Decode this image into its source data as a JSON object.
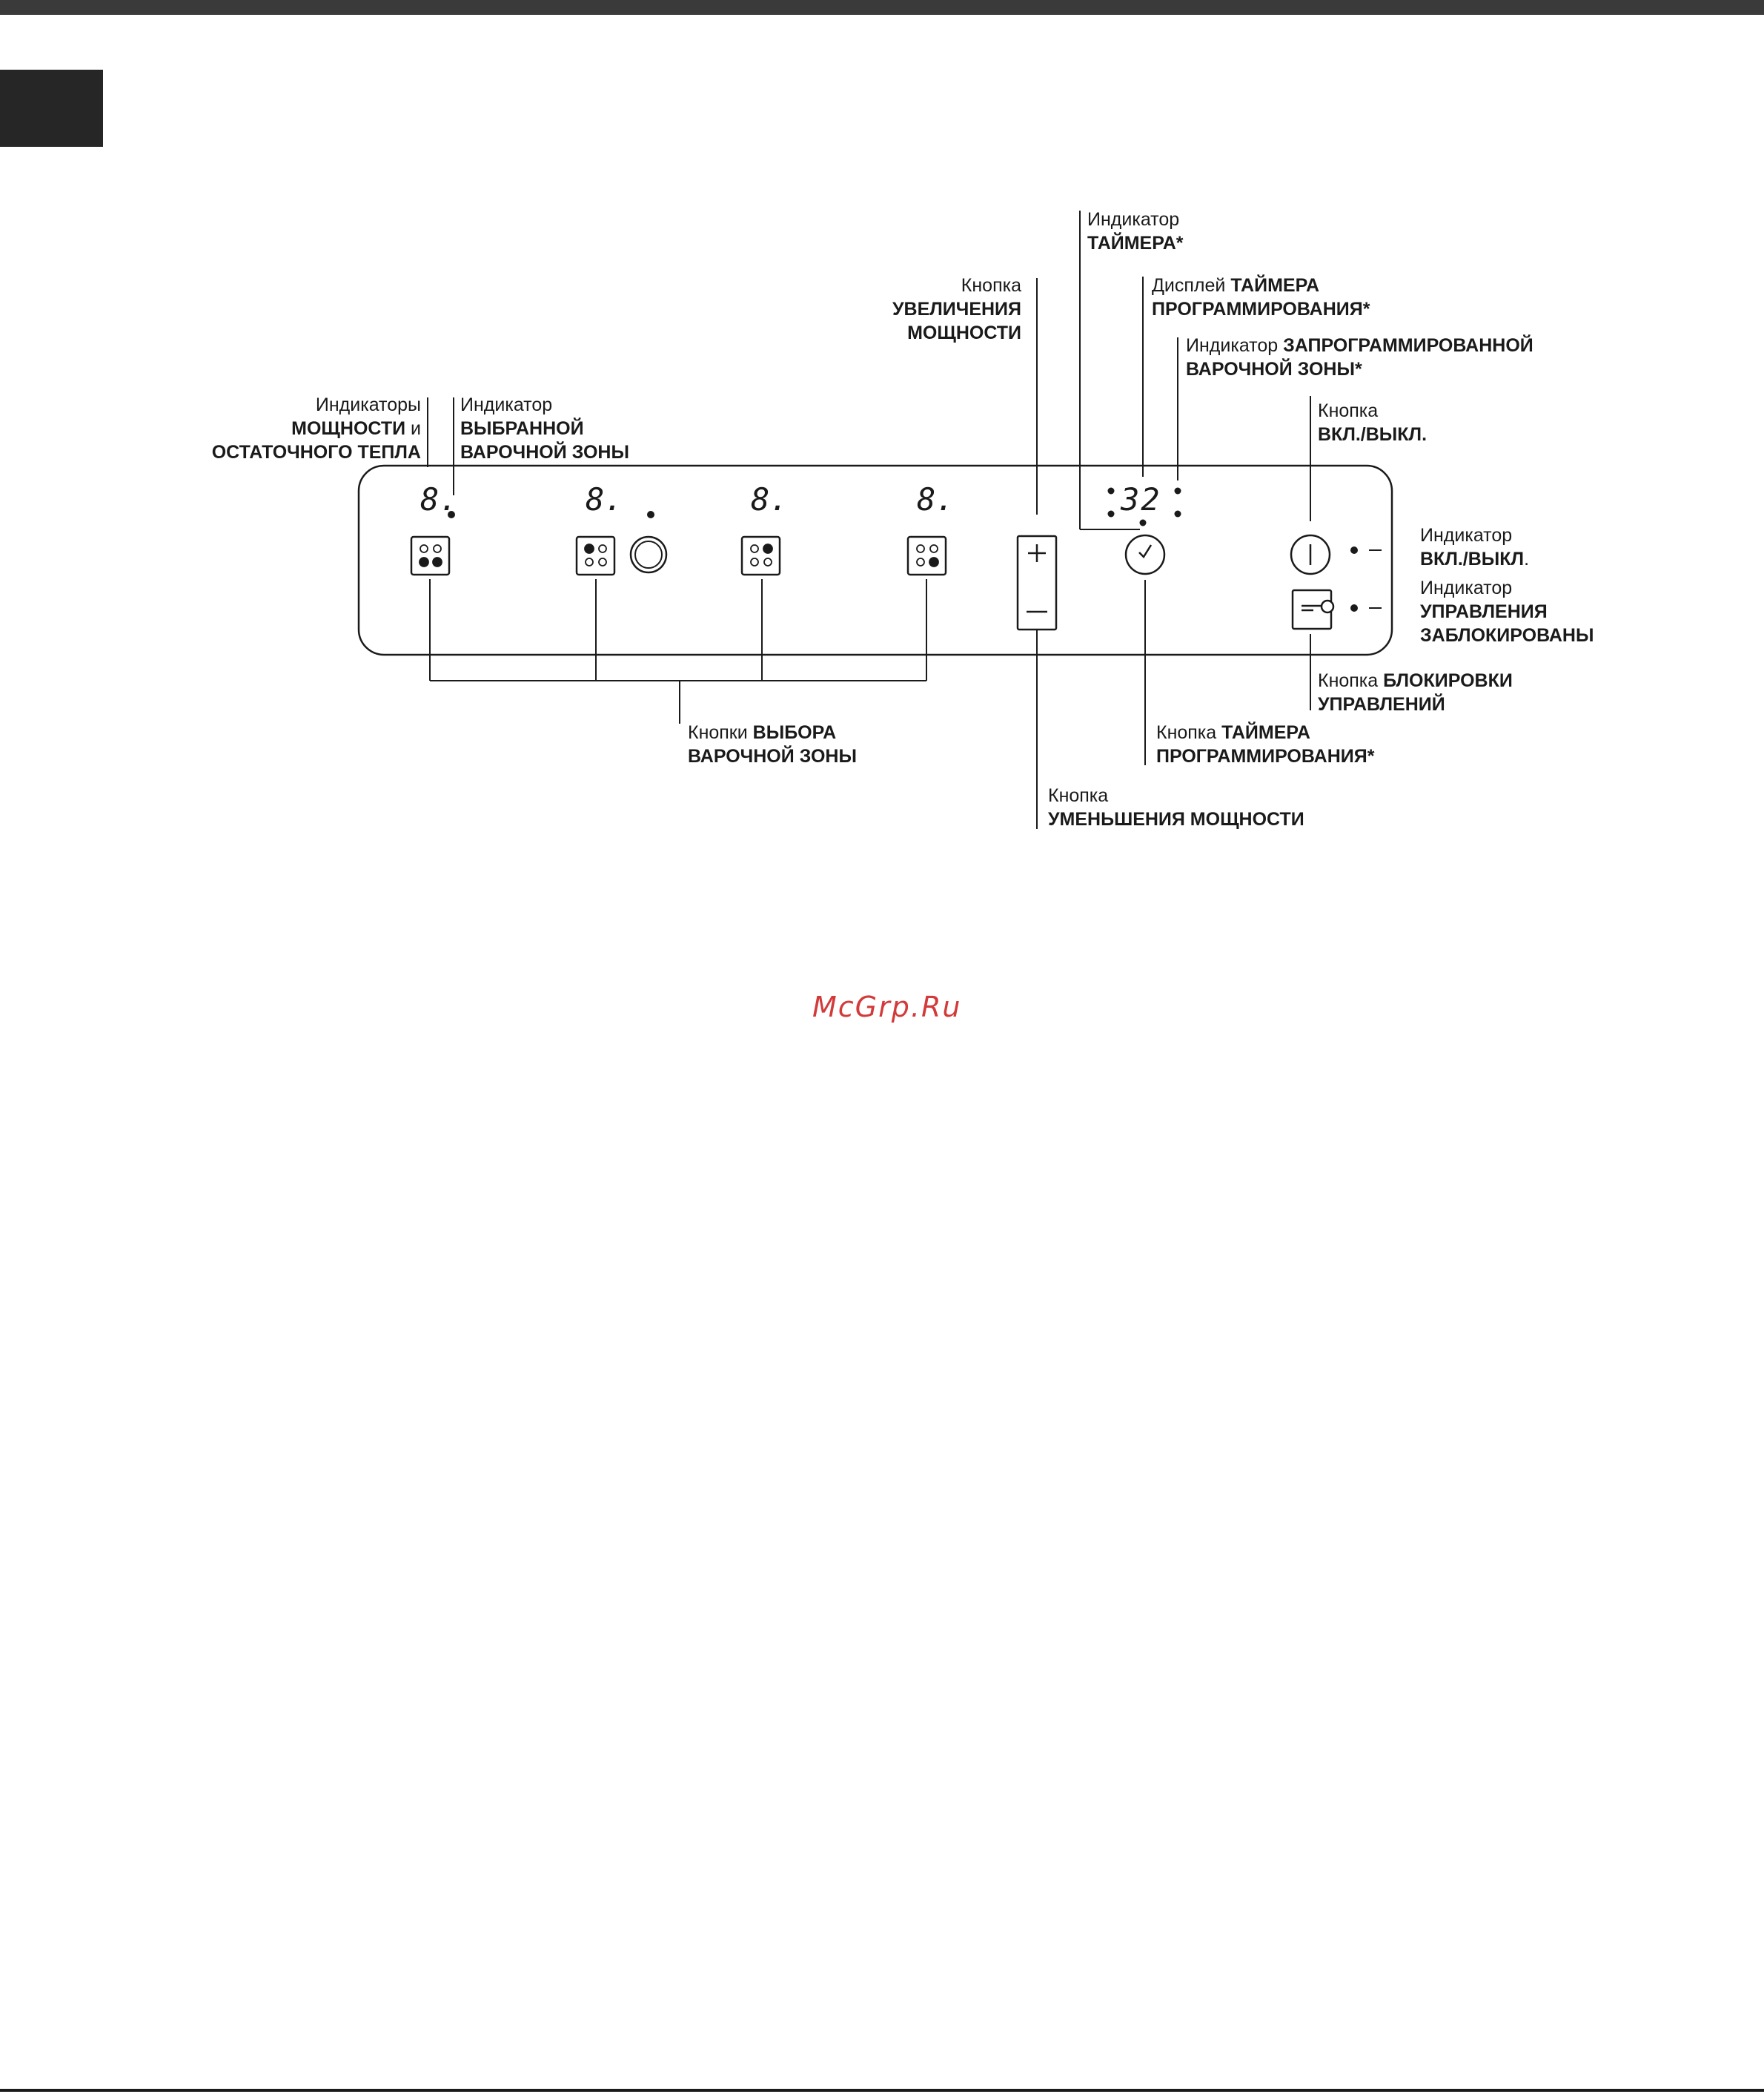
{
  "panel": {
    "zone_digits": [
      "8.",
      "8.",
      "8.",
      "8."
    ],
    "timer_digits": "32"
  },
  "labels": {
    "power_ind": {
      "l1": "Индикаторы",
      "l2a": "МОЩНОСТИ",
      "l2b": " и",
      "l3": "ОСТАТОЧНОГО ТЕПЛА"
    },
    "selected_ind": {
      "l1": "Индикатор",
      "l2": "ВЫБРАННОЙ",
      "l3": "ВАРОЧНОЙ ЗОНЫ"
    },
    "increase_btn": {
      "l1": "Кнопка",
      "l2": "УВЕЛИЧЕНИЯ",
      "l3": "МОЩНОСТИ"
    },
    "timer_ind": {
      "l1": "Индикатор",
      "l2": "ТАЙМЕРА*"
    },
    "timer_display": {
      "l1a": "Дисплей ",
      "l1b": "ТАЙМЕРА",
      "l2": "ПРОГРАММИРОВАНИЯ*"
    },
    "programmed_ind": {
      "l1a": "Индикатор ",
      "l1b": "ЗАПРОГРАММИРОВАННОЙ",
      "l2": "ВАРОЧНОЙ ЗОНЫ*"
    },
    "onoff_btn": {
      "l1": "Кнопка",
      "l2": "ВКЛ./ВЫКЛ."
    },
    "onoff_ind": {
      "l1": "Индикатор",
      "l2a": "ВКЛ./ВЫКЛ",
      "l2b": "."
    },
    "lock_ind": {
      "l1": "Индикатор",
      "l2": "УПРАВЛЕНИЯ",
      "l3": "ЗАБЛОКИРОВАНЫ"
    },
    "lock_btn": {
      "l1a": "Кнопка ",
      "l1b": "БЛОКИРОВКИ",
      "l2": "УПРАВЛЕНИЙ"
    },
    "timer_btn": {
      "l1a": "Кнопка ",
      "l1b": "ТАЙМЕРА",
      "l2": "ПРОГРАММИРОВАНИЯ*"
    },
    "zone_btns": {
      "l1a": "Кнопки ",
      "l1b": "ВЫБОРА",
      "l2": "ВАРОЧНОЙ ЗОНЫ"
    },
    "decrease_btn": {
      "l1": "Кнопка",
      "l2": "УМЕНЬШЕНИЯ МОЩНОСТИ"
    }
  },
  "watermark": "McGrp.Ru"
}
